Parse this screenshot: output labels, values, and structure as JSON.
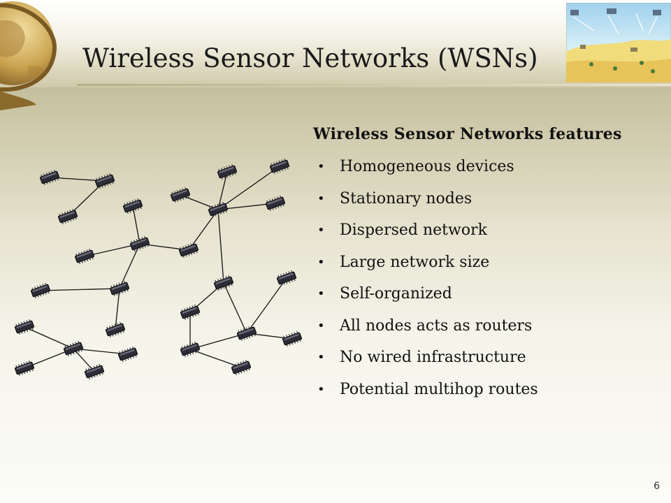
{
  "slide": {
    "title": "Wireless Sensor Networks (WSNs)",
    "heading": "Wireless Sensor Networks features",
    "bullets": [
      "Homogeneous devices",
      "Stationary nodes",
      "Dispersed network",
      "Large network size",
      "Self-organized",
      "All nodes acts as routers",
      "No wired infrastructure",
      "Potential multihop routes"
    ],
    "bullet_symbol": "•",
    "page_number": "6"
  },
  "images": {
    "globe": "globe-icon",
    "thumbnail": "sensor-network-illustration",
    "node": "microchip-icon"
  },
  "colors": {
    "background_top": "#aaa47f",
    "background_bottom": "#fcfcf8",
    "text": "#111111",
    "chip": "#2c2c36"
  }
}
